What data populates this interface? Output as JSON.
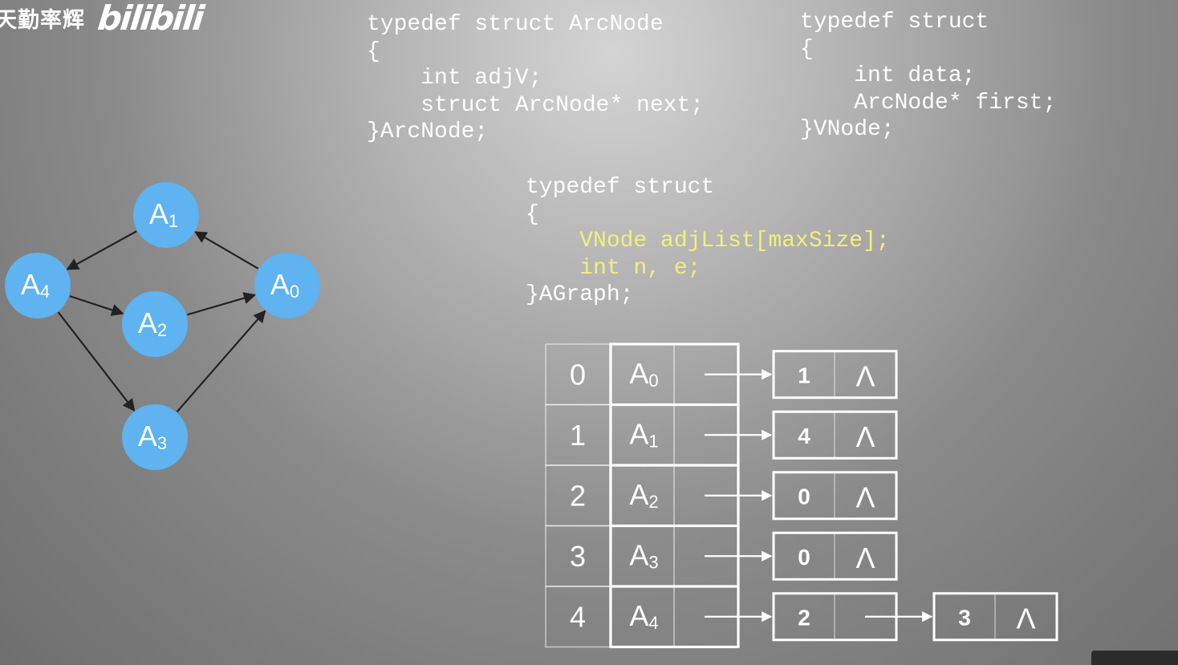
{
  "watermark": {
    "author": "天勤率辉",
    "brand": "bilibili"
  },
  "code": {
    "arcnode": [
      {
        "text": "typedef struct ArcNode"
      },
      {
        "text": "{"
      },
      {
        "text": "    int adjV;"
      },
      {
        "text": "    struct ArcNode* next;"
      },
      {
        "text": "}ArcNode;"
      }
    ],
    "vnode": [
      {
        "text": "typedef struct"
      },
      {
        "text": "{"
      },
      {
        "text": "    int data;"
      },
      {
        "text": "    ArcNode* first;"
      },
      {
        "text": "}VNode;"
      }
    ],
    "agraph": [
      {
        "text": "typedef struct"
      },
      {
        "text": "{"
      },
      {
        "text": "    VNode adjList[maxSize];",
        "highlight": true
      },
      {
        "text": "    int n, e;",
        "highlight": true
      },
      {
        "text": "}AGraph;"
      }
    ]
  },
  "graph": {
    "nodes": [
      {
        "id": "A0",
        "base": "A",
        "sub": "0"
      },
      {
        "id": "A1",
        "base": "A",
        "sub": "1"
      },
      {
        "id": "A2",
        "base": "A",
        "sub": "2"
      },
      {
        "id": "A3",
        "base": "A",
        "sub": "3"
      },
      {
        "id": "A4",
        "base": "A",
        "sub": "4"
      }
    ],
    "edges": [
      {
        "from": "A0",
        "to": "A1"
      },
      {
        "from": "A1",
        "to": "A4"
      },
      {
        "from": "A4",
        "to": "A2"
      },
      {
        "from": "A4",
        "to": "A3"
      },
      {
        "from": "A2",
        "to": "A0"
      },
      {
        "from": "A3",
        "to": "A0"
      }
    ],
    "node_color": "#5eb3f0",
    "edge_color": "#222222"
  },
  "adjacency": {
    "null_symbol": "Λ",
    "rows": [
      {
        "index": "0",
        "vertex": {
          "base": "A",
          "sub": "0"
        },
        "arcs": [
          "1"
        ]
      },
      {
        "index": "1",
        "vertex": {
          "base": "A",
          "sub": "1"
        },
        "arcs": [
          "4"
        ]
      },
      {
        "index": "2",
        "vertex": {
          "base": "A",
          "sub": "2"
        },
        "arcs": [
          "0"
        ]
      },
      {
        "index": "3",
        "vertex": {
          "base": "A",
          "sub": "3"
        },
        "arcs": [
          "0"
        ]
      },
      {
        "index": "4",
        "vertex": {
          "base": "A",
          "sub": "4"
        },
        "arcs": [
          "2",
          "3"
        ]
      }
    ]
  }
}
